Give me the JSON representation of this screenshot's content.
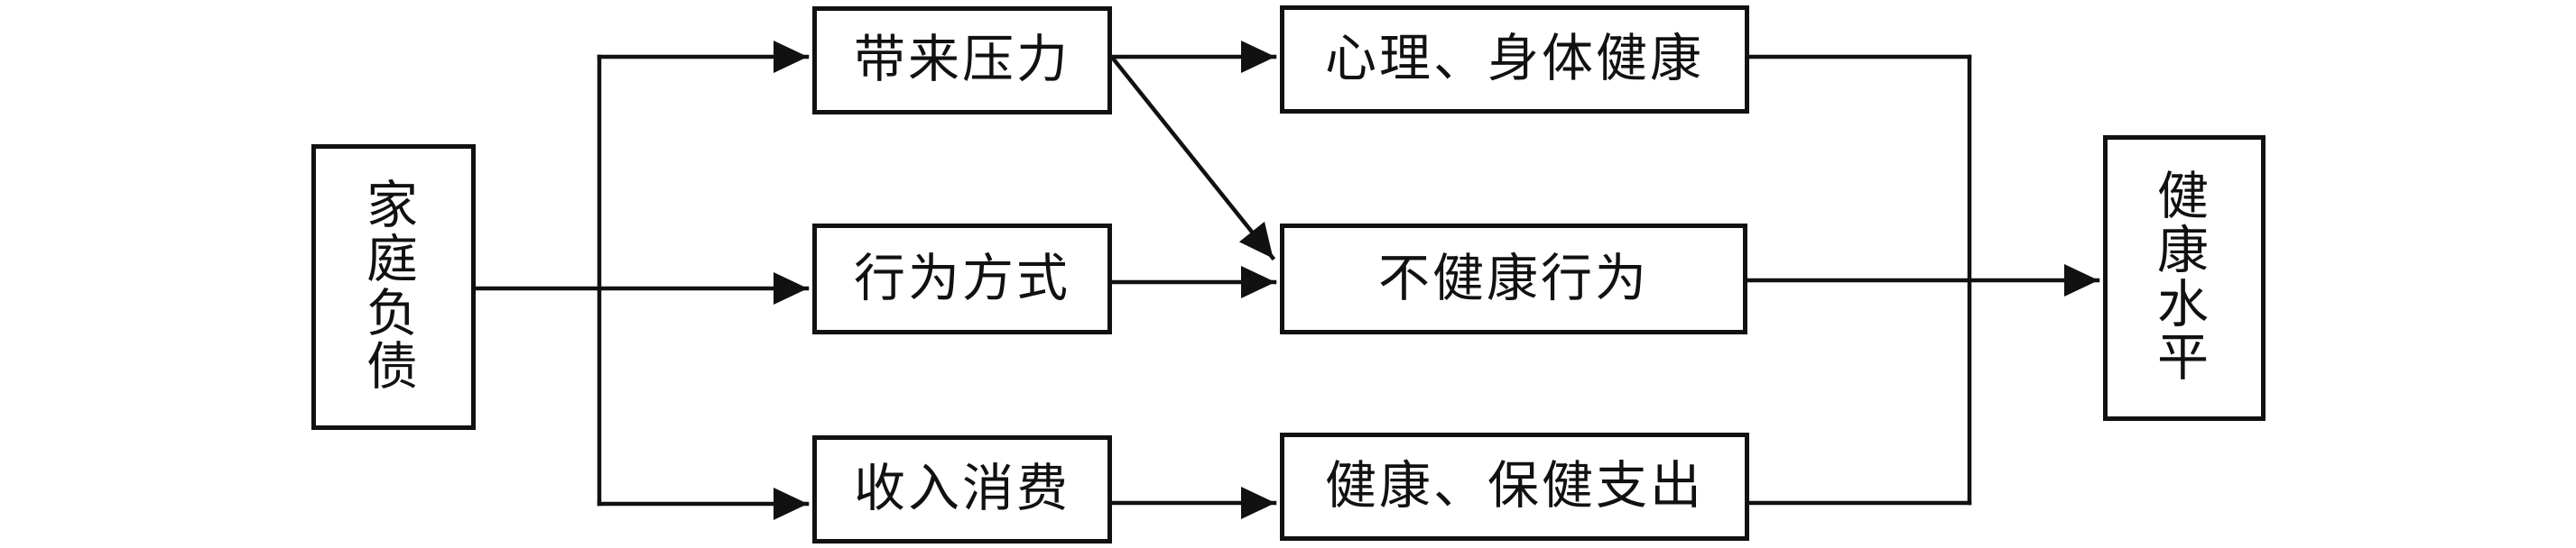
{
  "diagram": {
    "background_color": "#ffffff",
    "line_color": "#111111",
    "nodes": {
      "family_debt": {
        "label": "家\n庭\n负\n债",
        "orientation": "vertical"
      },
      "pressure": {
        "label": "带来压力",
        "orientation": "horizontal"
      },
      "behavior": {
        "label": "行为方式",
        "orientation": "horizontal"
      },
      "income_consumption": {
        "label": "收入消费",
        "orientation": "horizontal"
      },
      "psych_physical_health": {
        "label": "心理、身体健康",
        "orientation": "horizontal"
      },
      "unhealthy_behavior": {
        "label": "不健康行为",
        "orientation": "horizontal"
      },
      "health_expenditure": {
        "label": "健康、保健支出",
        "orientation": "horizontal"
      },
      "health_level": {
        "label": "健\n康\n水\n平",
        "orientation": "vertical"
      }
    },
    "edges": [
      {
        "from": "family_debt",
        "to": "pressure"
      },
      {
        "from": "family_debt",
        "to": "behavior"
      },
      {
        "from": "family_debt",
        "to": "income_consumption"
      },
      {
        "from": "pressure",
        "to": "psych_physical_health"
      },
      {
        "from": "pressure",
        "to": "unhealthy_behavior"
      },
      {
        "from": "behavior",
        "to": "unhealthy_behavior"
      },
      {
        "from": "income_consumption",
        "to": "health_expenditure"
      },
      {
        "from": "psych_physical_health",
        "to": "health_level"
      },
      {
        "from": "unhealthy_behavior",
        "to": "health_level"
      },
      {
        "from": "health_expenditure",
        "to": "health_level"
      }
    ]
  }
}
